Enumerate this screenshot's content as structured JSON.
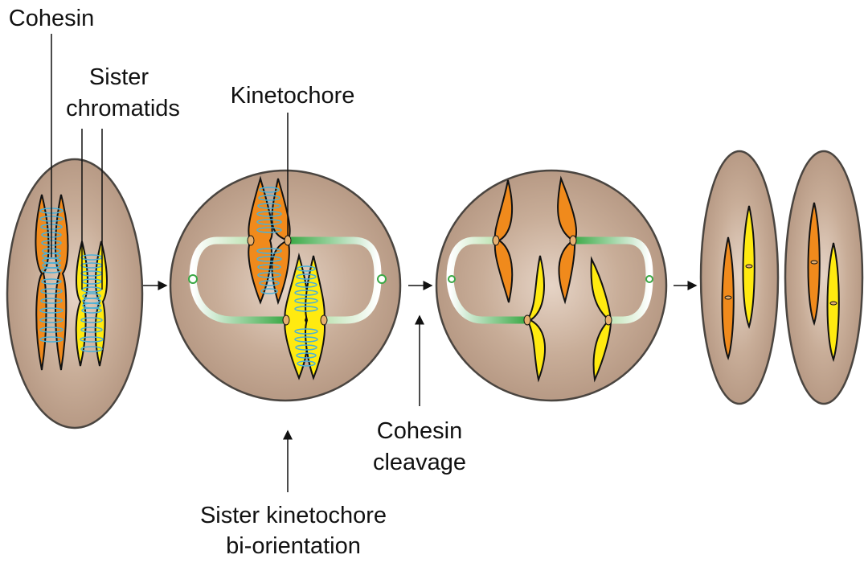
{
  "labels": {
    "cohesin": "Cohesin",
    "sister_chromatids": [
      "Sister",
      "chromatids"
    ],
    "kinetochore": "Kinetochore",
    "cohesin_cleavage": [
      "Cohesin",
      "cleavage"
    ],
    "bi_orientation": [
      "Sister kinetochore",
      "bi-orientation"
    ]
  },
  "colors": {
    "cell_fill": "#b89a84",
    "cell_stroke": "#4a4540",
    "chromatid_orange": "#f08a1c",
    "chromatid_yellow": "#ffea10",
    "cohesin_ring": "#4ab0d8",
    "spindle_green": "#3aa845",
    "kinetochore": "#e6b070"
  },
  "stages": [
    {
      "name": "sister-chromatids-with-cohesin"
    },
    {
      "name": "bi-oriented-spindle-attachment"
    },
    {
      "name": "anaphase-separation"
    },
    {
      "name": "daughter-cells"
    }
  ]
}
